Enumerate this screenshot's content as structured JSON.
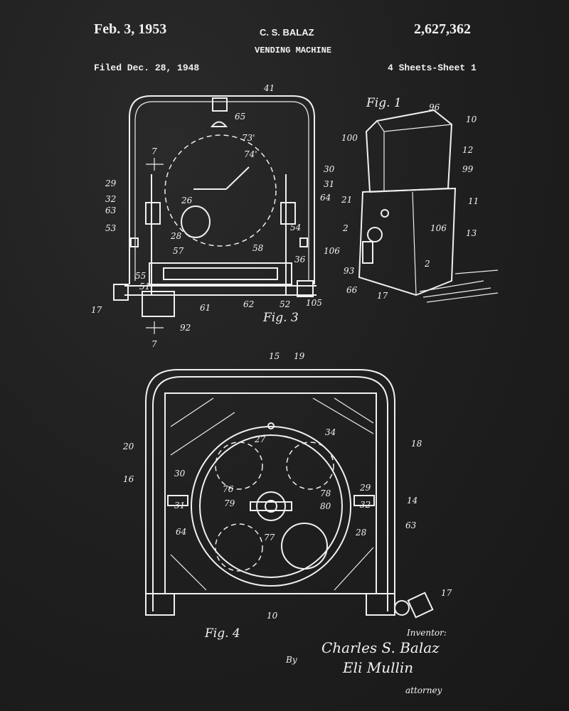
{
  "header": {
    "date": "Feb. 3, 1953",
    "inventor_short": "C. S. BALAZ",
    "title": "VENDING MACHINE",
    "patent_number": "2,627,362",
    "filed": "Filed Dec. 28, 1948",
    "sheets": "4 Sheets-Sheet 1"
  },
  "fig3": {
    "caption": "Fig. 3",
    "labels": [
      "41",
      "65",
      "73'",
      "74'",
      "7",
      "29",
      "32",
      "63",
      "53",
      "26",
      "28",
      "30",
      "31",
      "64",
      "54",
      "57",
      "58",
      "36",
      "106",
      "55",
      "51",
      "61",
      "62",
      "52",
      "105",
      "17",
      "92",
      "7"
    ]
  },
  "fig1": {
    "caption": "Fig. 1",
    "labels": [
      "96",
      "10",
      "100",
      "12",
      "99",
      "21",
      "11",
      "2",
      "106",
      "13",
      "2",
      "93",
      "66",
      "17"
    ]
  },
  "fig4": {
    "caption": "Fig. 4",
    "labels": [
      "15",
      "19",
      "27",
      "34",
      "18",
      "20",
      "16",
      "30",
      "31",
      "64",
      "76",
      "78",
      "79",
      "80",
      "77",
      "28",
      "63",
      "29",
      "32",
      "14",
      "17",
      "10"
    ]
  },
  "signature": {
    "inventor_label": "Inventor:",
    "inventor_name": "Charles S. Balaz",
    "by": "By",
    "attorney_name": "Eli Mullin",
    "attorney_label": "attorney"
  }
}
